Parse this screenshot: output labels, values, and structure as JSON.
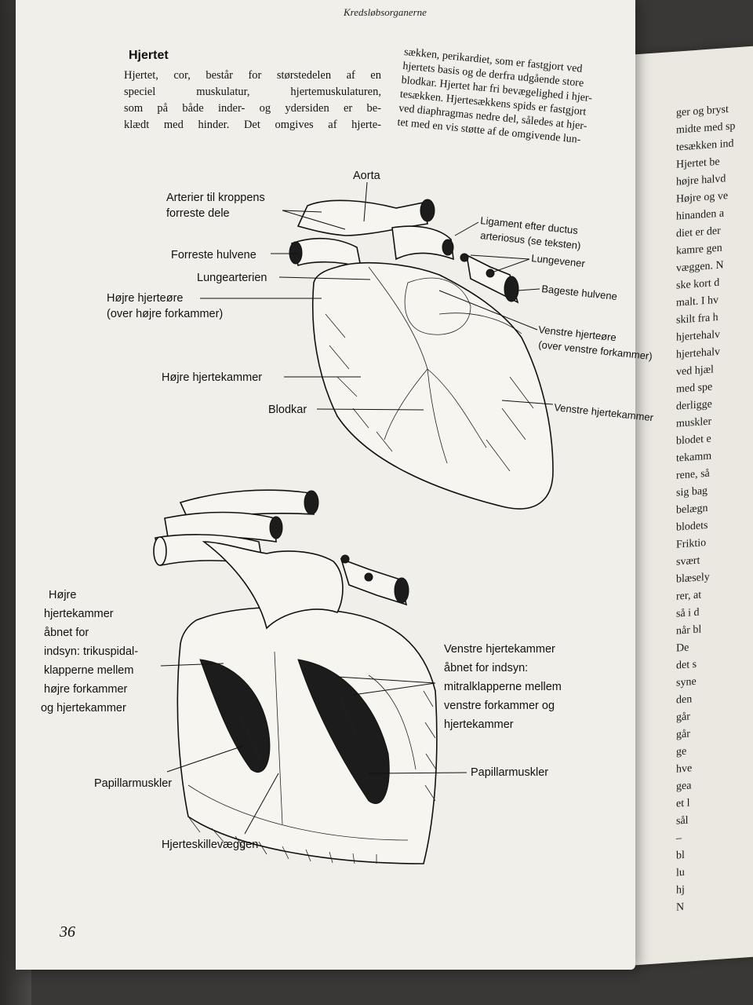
{
  "running_head": "Kredsløbsorganerne",
  "heading": "Hjertet",
  "page_number": "36",
  "left_column": [
    "Hjertet, cor, består for størstedelen af en",
    "speciel muskulatur, hjertemuskulaturen,",
    "som på både inder- og ydersiden er be-",
    "klædt med hinder. Det omgives af hjerte-"
  ],
  "right_column": [
    "sækken, perikardiet, som er fastgjort ved",
    "hjertets basis og de derfra udgående store",
    "blodkar. Hjertet har fri bevægelighed i hjer-",
    "tesækken. Hjertesækkens spids er fastgjort",
    "ved diaphragmas nedre del, således at hjer-",
    "tet med en vis støtte af de omgivende lun-"
  ],
  "figure1_labels": {
    "aorta": "Aorta",
    "arterier_1": "Arterier til kroppens",
    "arterier_2": "forreste dele",
    "forreste_hulvene": "Forreste hulvene",
    "lungearterien": "Lungearterien",
    "hojre_hjerteore_1": "Højre hjerteøre",
    "hojre_hjerteore_2": "(over højre forkammer)",
    "hojre_hjertekammer": "Højre hjertekammer",
    "blodkar": "Blodkar",
    "ligament_1": "Ligament efter ductus",
    "ligament_2": "arteriosus (se teksten)",
    "lungevener": "Lungevener",
    "bageste_hulvene": "Bageste hulvene",
    "venstre_hjerteore_1": "Venstre hjerteøre",
    "venstre_hjerteore_2": "(over venstre forkammer)",
    "venstre_hjertekammer": "Venstre hjertekammer"
  },
  "figure2_labels": {
    "hojre_open_1": "Højre",
    "hojre_open_2": "hjertekammer",
    "hojre_open_3": "åbnet for",
    "hojre_open_4": "indsyn: trikuspidal-",
    "hojre_open_5": "klapperne mellem",
    "hojre_open_6": "højre forkammer",
    "hojre_open_7": "og hjertekammer",
    "venstre_open_1": "Venstre hjertekammer",
    "venstre_open_2": "åbnet for indsyn:",
    "venstre_open_3": "mitralklapperne mellem",
    "venstre_open_4": "venstre forkammer og",
    "venstre_open_5": "hjertekammer",
    "papillarmuskler_left": "Papillarmuskler",
    "papillarmuskler_right": "Papillarmuskler",
    "hjerteskillevaeggen": "Hjerteskillevæggen"
  },
  "facing_page_lines": [
    "ger og bryst",
    "midte med sp",
    "tesækken ind",
    "Hjertet be",
    "højre halvd",
    "Højre og ve",
    "hinanden a",
    "diet er der",
    "kamre gen",
    "væggen. N",
    "ske kort d",
    "malt. I hv",
    "skilt fra h",
    "hjertehalv",
    "hjertehalv",
    "ved hjæl",
    "med spe",
    "derligge",
    "muskler",
    "blodet e",
    "tekamm",
    "rene, så",
    "sig bag",
    "belægn",
    "blodets",
    "Friktio",
    "svært",
    "blæsely",
    "rer, at",
    "så i d",
    "når bl",
    "De",
    "det s",
    "syne",
    "den",
    "går",
    "går",
    "ge",
    "hve",
    "gea",
    "et l",
    "sål",
    "–",
    "bl",
    "lu",
    "hj",
    "N"
  ]
}
